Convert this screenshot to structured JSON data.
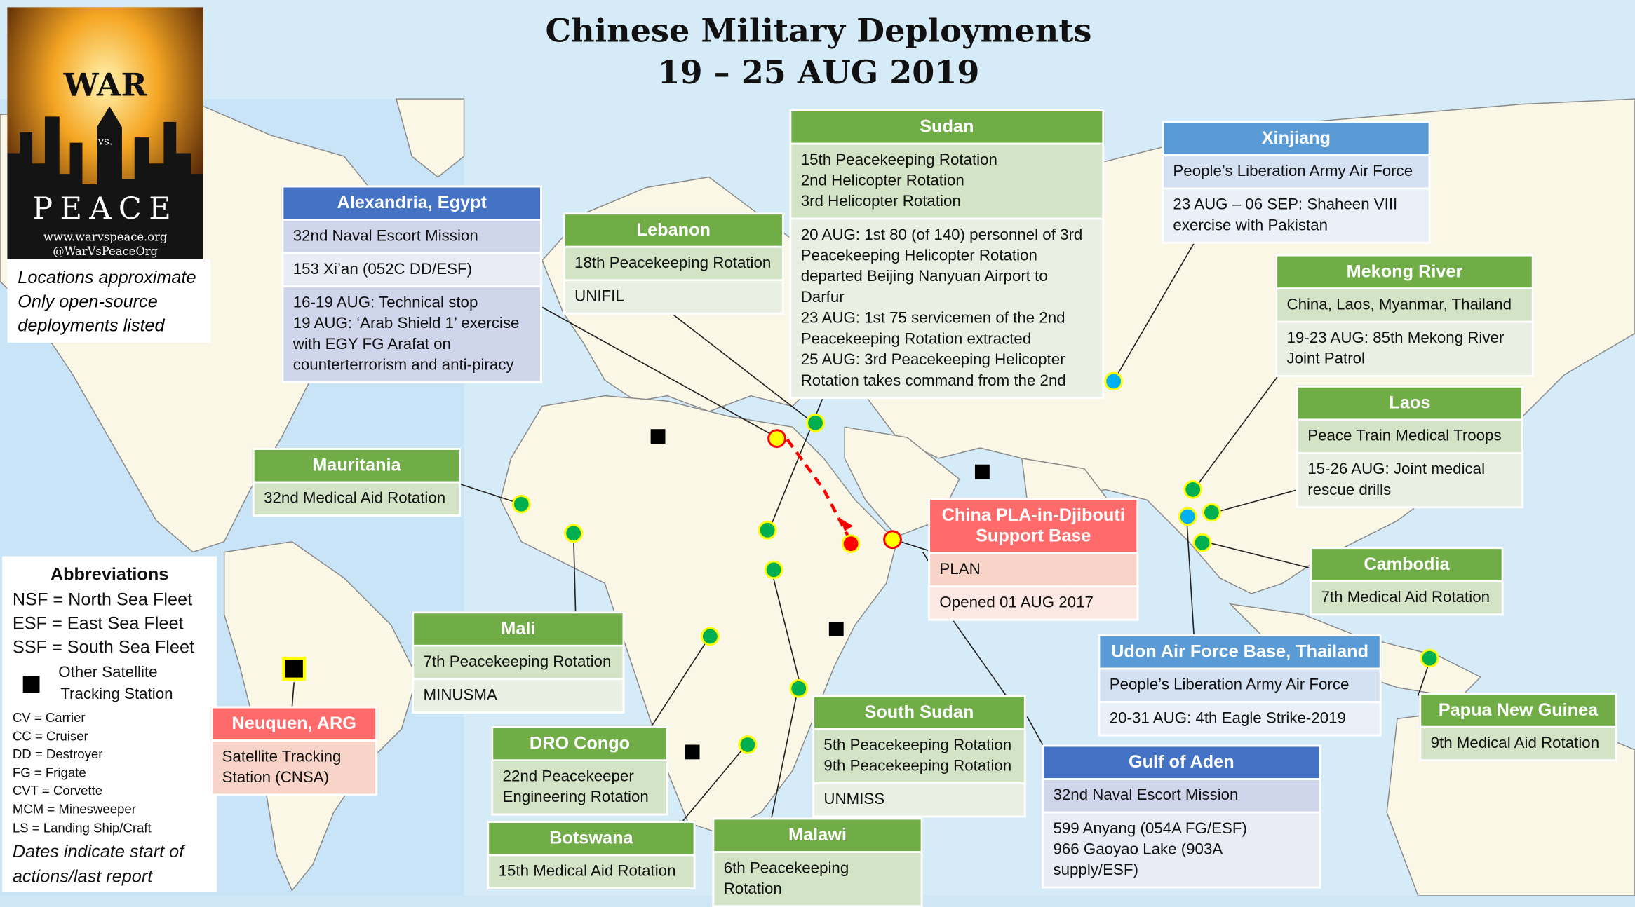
{
  "title": {
    "line1": "Chinese Military Deployments",
    "line2": "19 – 25 AUG 2019"
  },
  "logo": {
    "word1": "WAR",
    "vs": "vs.",
    "word2": "PEACE",
    "url": "www.warvspeace.org",
    "handle": "@WarVsPeaceOrg"
  },
  "notes": {
    "line1": "Locations approximate",
    "line2": "Only open-source",
    "line3": "deployments listed"
  },
  "abbreviations": {
    "title": "Abbreviations",
    "nsf": "NSF = North Sea Fleet",
    "esf": "ESF = East Sea Fleet",
    "ssf": "SSF = South Sea Fleet",
    "station1": "Other Satellite",
    "station2": "Tracking Station",
    "cv": "CV = Carrier",
    "cc": "CC = Cruiser",
    "dd": "DD = Destroyer",
    "fg": "FG = Frigate",
    "cvt": "CVT = Corvette",
    "mcm": "MCM = Minesweeper",
    "ls": "LS = Landing Ship/Craft",
    "dates1": "Dates indicate start of",
    "dates2": "actions/last report"
  },
  "colors": {
    "peacekeeping": "#70ad47",
    "navy": "#4472c4",
    "airforce": "#5b9bd5",
    "base": "#ff6b6b",
    "marker_green": "#00b050",
    "marker_blue": "#00b0f0",
    "marker_red": "#ff0000",
    "marker_ring": "#ffff00"
  },
  "callouts": {
    "alexandria": {
      "title": "Alexandria, Egypt",
      "r1": "32nd Naval Escort Mission",
      "r2": "153 Xi’an (052C DD/ESF)",
      "r3a": "16-19 AUG: Technical stop",
      "r3b": "19 AUG: ‘Arab Shield 1’ exercise",
      "r3c": "with EGY FG Arafat on",
      "r3d": "counterterrorism and anti-piracy"
    },
    "lebanon": {
      "title": "Lebanon",
      "r1": "18th Peacekeeping Rotation",
      "r2": "UNIFIL"
    },
    "sudan": {
      "title": "Sudan",
      "r1a": "15th Peacekeeping Rotation",
      "r1b": "2nd Helicopter Rotation",
      "r1c": "3rd Helicopter Rotation",
      "r2a": "20 AUG: 1st 80 (of 140) personnel of 3rd",
      "r2b": "Peacekeeping Helicopter Rotation",
      "r2c": "departed Beijing Nanyuan Airport to",
      "r2d": "Darfur",
      "r2e": "23 AUG: 1st 75 servicemen of the 2nd",
      "r2f": "Peacekeeping Rotation extracted",
      "r2g": "25 AUG: 3rd Peacekeeping Helicopter",
      "r2h": "Rotation takes command from the 2nd"
    },
    "xinjiang": {
      "title": "Xinjiang",
      "r1": "People’s Liberation Army Air Force",
      "r2a": "23 AUG – 06 SEP: Shaheen VIII",
      "r2b": "exercise with Pakistan"
    },
    "mekong": {
      "title": "Mekong River",
      "r1": "China, Laos, Myanmar, Thailand",
      "r2a": "19-23 AUG: 85th Mekong River",
      "r2b": "Joint Patrol"
    },
    "laos": {
      "title": "Laos",
      "r1": "Peace Train Medical Troops",
      "r2a": "15-26 AUG: Joint medical",
      "r2b": "rescue drills"
    },
    "mauritania": {
      "title": "Mauritania",
      "r1": "32nd Medical Aid Rotation"
    },
    "djibouti": {
      "title1": "China PLA-in-Djibouti",
      "title2": "Support Base",
      "r1": "PLAN",
      "r2": "Opened 01 AUG 2017"
    },
    "cambodia": {
      "title": "Cambodia",
      "r1": "7th Medical Aid Rotation"
    },
    "mali": {
      "title": "Mali",
      "r1": "7th Peacekeeping Rotation",
      "r2": "MINUSMA"
    },
    "udon": {
      "title": "Udon Air Force Base, Thailand",
      "r1": "People’s Liberation Army Air Force",
      "r2": "20-31 AUG: 4th Eagle Strike-2019"
    },
    "neuquen": {
      "title": "Neuquen, ARG",
      "r1a": "Satellite Tracking",
      "r1b": "Station (CNSA)"
    },
    "south_sudan": {
      "title": "South Sudan",
      "r1a": "5th Peacekeeping Rotation",
      "r1b": "9th Peacekeeping Rotation",
      "r2": "UNMISS"
    },
    "png": {
      "title": "Papua New Guinea",
      "r1": "9th Medical Aid Rotation"
    },
    "drc": {
      "title": "DRO Congo",
      "r1a": "22nd Peacekeeper",
      "r1b": "Engineering Rotation"
    },
    "gulf_aden": {
      "title": "Gulf of Aden",
      "r1": "32nd Naval Escort Mission",
      "r2a": "599 Anyang (054A FG/ESF)",
      "r2b": "966 Gaoyao Lake (903A supply/ESF)"
    },
    "botswana": {
      "title": "Botswana",
      "r1": "15th Medical Aid Rotation"
    },
    "malawi": {
      "title": "Malawi",
      "r1": "6th Peacekeeping Rotation"
    }
  }
}
